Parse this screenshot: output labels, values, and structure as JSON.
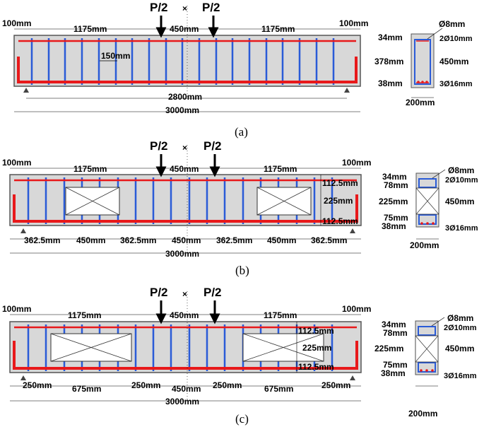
{
  "panels": [
    {
      "caption": "(a)",
      "load_left": "P/2",
      "load_right": "P/2",
      "top_labels": [
        "100mm",
        "1175mm",
        "450mm",
        "1175mm",
        "100mm"
      ],
      "stirrup_spacing": "150mm",
      "bottom_labels": [
        "2800mm",
        "3000mm"
      ],
      "openings": false,
      "section": {
        "stirrup": "Ø8mm",
        "top_bars": "2Ø10mm",
        "bottom_bars": "3Ø16mm",
        "height": "450mm",
        "width": "200mm",
        "left_dims": [
          "34mm",
          "378mm",
          "38mm"
        ]
      }
    },
    {
      "caption": "(b)",
      "load_left": "P/2",
      "load_right": "P/2",
      "top_labels": [
        "100mm",
        "1175mm",
        "450mm",
        "1175mm",
        "100mm"
      ],
      "right_dims": [
        "112.5mm",
        "225mm",
        "112.5mm"
      ],
      "bottom_labels": [
        "362.5mm",
        "450mm",
        "362.5mm",
        "450mm",
        "362.5mm",
        "450mm",
        "362.5mm"
      ],
      "total": "3000mm",
      "openings": true,
      "section": {
        "stirrup": "Ø8mm",
        "top_bars": "2Ø10mm",
        "bottom_bars": "3Ø16mm",
        "height": "450mm",
        "width": "200mm",
        "left_dims": [
          "34mm",
          "78mm",
          "225mm",
          "75mm",
          "38mm"
        ]
      }
    },
    {
      "caption": "(c)",
      "load_left": "P/2",
      "load_right": "P/2",
      "top_labels": [
        "100mm",
        "1175mm",
        "450mm",
        "1175mm",
        "100mm"
      ],
      "right_dims": [
        "112.5mm",
        "225mm",
        "112.5mm"
      ],
      "bottom_labels": [
        "250mm",
        "675mm",
        "250mm",
        "450mm",
        "250mm",
        "675mm",
        "250mm"
      ],
      "total": "3000mm",
      "openings": true,
      "section": {
        "stirrup": "Ø8mm",
        "top_bars": "2Ø10mm",
        "bottom_bars": "3Ø16mm",
        "height": "450mm",
        "width": "200mm",
        "left_dims": [
          "34mm",
          "78mm",
          "225mm",
          "75mm",
          "38mm"
        ]
      }
    }
  ],
  "colors": {
    "concrete": "#d8d8d8",
    "longitudinal_bar": "#e8191b",
    "stirrup": "#2a5bd7",
    "outline": "#555555"
  }
}
